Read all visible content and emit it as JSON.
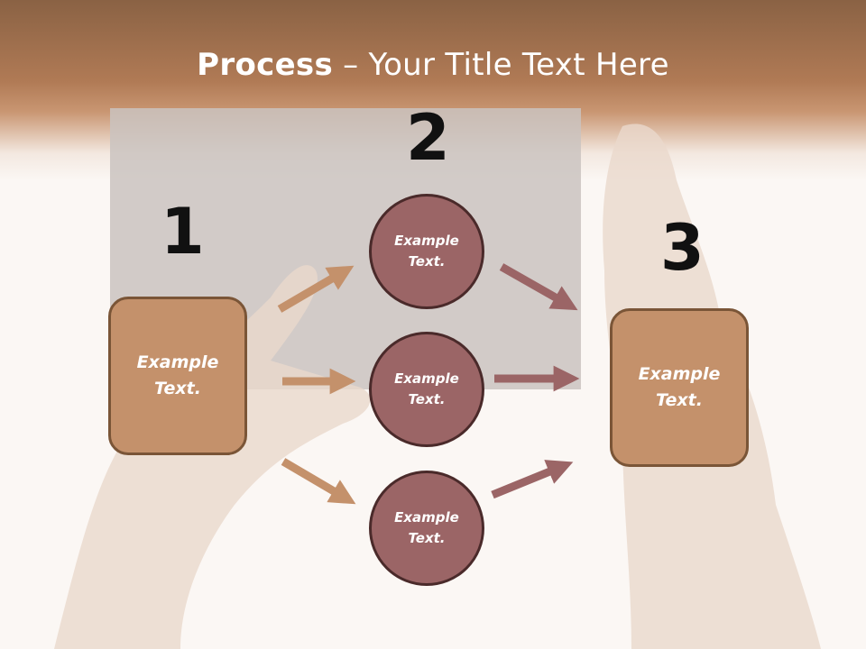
{
  "title": {
    "bold": "Process",
    "rest": " – Your Title Text Here"
  },
  "steps": {
    "one": "1",
    "two": "2",
    "three": "3"
  },
  "left_box": {
    "line1": "Example",
    "line2": "Text."
  },
  "right_box": {
    "line1": "Example",
    "line2": "Text."
  },
  "circles": [
    {
      "line1": "Example",
      "line2": "Text."
    },
    {
      "line1": "Example",
      "line2": "Text."
    },
    {
      "line1": "Example",
      "line2": "Text."
    }
  ],
  "colors": {
    "box_fill": "#c4916b",
    "circle_fill": "#9b6566",
    "arrow_tan": "#c4916b",
    "arrow_mauve": "#9b6566"
  }
}
